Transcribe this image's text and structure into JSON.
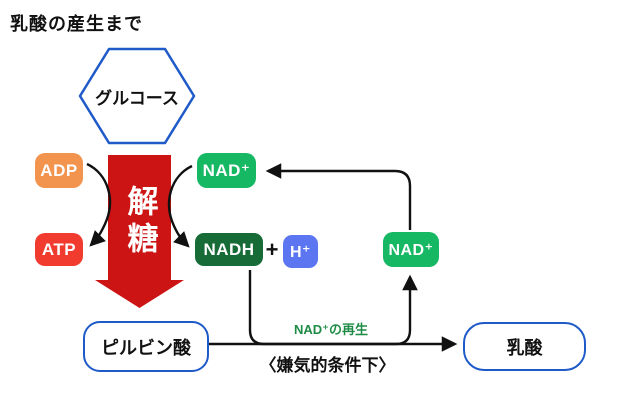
{
  "title": "乳酸の産生まで",
  "nodes": {
    "glucose": {
      "label": "グルコース",
      "shape": "hexagon",
      "border_color": "#1E5AC8"
    },
    "glycolysis": {
      "label": "解糖",
      "shape": "fat-down-arrow",
      "color": "#CC1414"
    },
    "adp": {
      "label": "ADP",
      "color": "#F2934E"
    },
    "atp": {
      "label": "ATP",
      "color": "#F13B2E"
    },
    "nad_left": {
      "label": "NAD⁺",
      "color": "#16B863"
    },
    "nadh": {
      "label": "NADH",
      "color": "#166B36"
    },
    "plus": {
      "label": "+"
    },
    "h_plus": {
      "label": "H⁺",
      "color": "#5C76F2"
    },
    "nad_right": {
      "label": "NAD⁺",
      "color": "#16B863"
    },
    "pyruvate": {
      "label": "ピルビン酸",
      "border_color": "#1E5AC8"
    },
    "lactate": {
      "label": "乳酸",
      "border_color": "#1E5AC8"
    }
  },
  "annotations": {
    "nad_regeneration": "NAD⁺の再生",
    "anaerobic_condition": "〈嫌気的条件下〉"
  },
  "edges": [
    {
      "from": "glucose",
      "to": "pyruvate",
      "via": "glycolysis big red arrow"
    },
    {
      "from": "adp",
      "to": "atp",
      "style": "curved black arrow"
    },
    {
      "from": "nad_left",
      "to": "nadh",
      "style": "curved black arrow"
    },
    {
      "from": "nadh",
      "to": "nad_right",
      "style": "down-right-up elbow arrow"
    },
    {
      "from": "nad_right",
      "to": "nad_left",
      "style": "up-left elbow arrow"
    },
    {
      "from": "pyruvate",
      "to": "lactate",
      "style": "straight arrow"
    }
  ]
}
